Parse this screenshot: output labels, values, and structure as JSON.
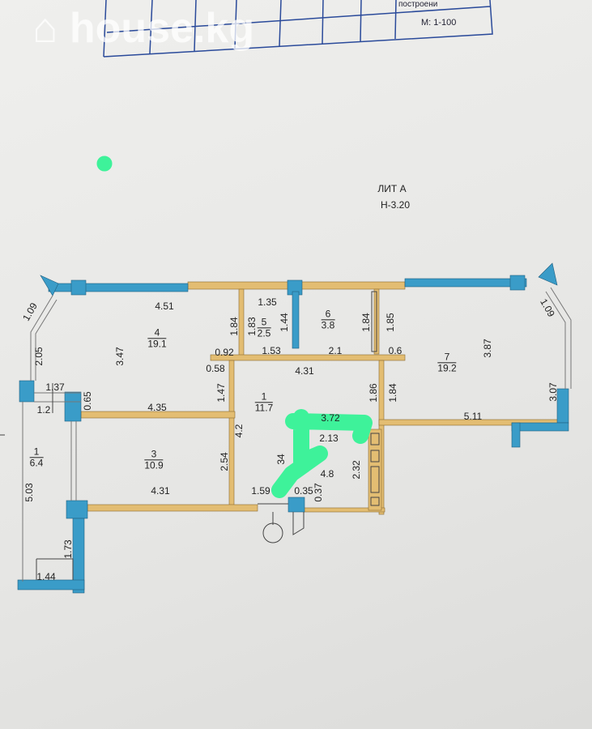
{
  "watermark": "house.kg",
  "title_block": {
    "header": "построени",
    "scale": "М: 1-100"
  },
  "label": {
    "lit": "ЛИТ А",
    "height": "Н-3.20"
  },
  "colors": {
    "bearing_wall": "#3a9cc8",
    "partition": "#e3bd72",
    "marker": "#3ef29a"
  },
  "rooms": [
    {
      "num": "4",
      "area": "19.1"
    },
    {
      "num": "5",
      "area": "2.5"
    },
    {
      "num": "6",
      "area": "3.8"
    },
    {
      "num": "1",
      "area": "11.7"
    },
    {
      "num": "7",
      "area": "19.2"
    },
    {
      "num": "3",
      "area": "10.9"
    },
    {
      "num": "1",
      "area": "6.4"
    }
  ],
  "dims": [
    "4.51",
    "1.09",
    "2.05",
    "3.47",
    "1.84",
    "1.83",
    "1.35",
    "1.44",
    "0.92",
    "1.53",
    "2.1",
    "1.84",
    "1.85",
    "0.6",
    "4.31",
    "0.58",
    "1.47",
    "1.86",
    "1.84",
    "3.87",
    "1.09",
    "3.07",
    "5.11",
    "1.37",
    "1.2",
    "0.65",
    "4.35",
    "4.2",
    "3.72",
    "2.13",
    "2.54",
    "4.31",
    "1.59",
    "0.35",
    "0.37",
    "2.32",
    "5.03",
    "1.73",
    "1.44",
    "34",
    "4.8"
  ]
}
